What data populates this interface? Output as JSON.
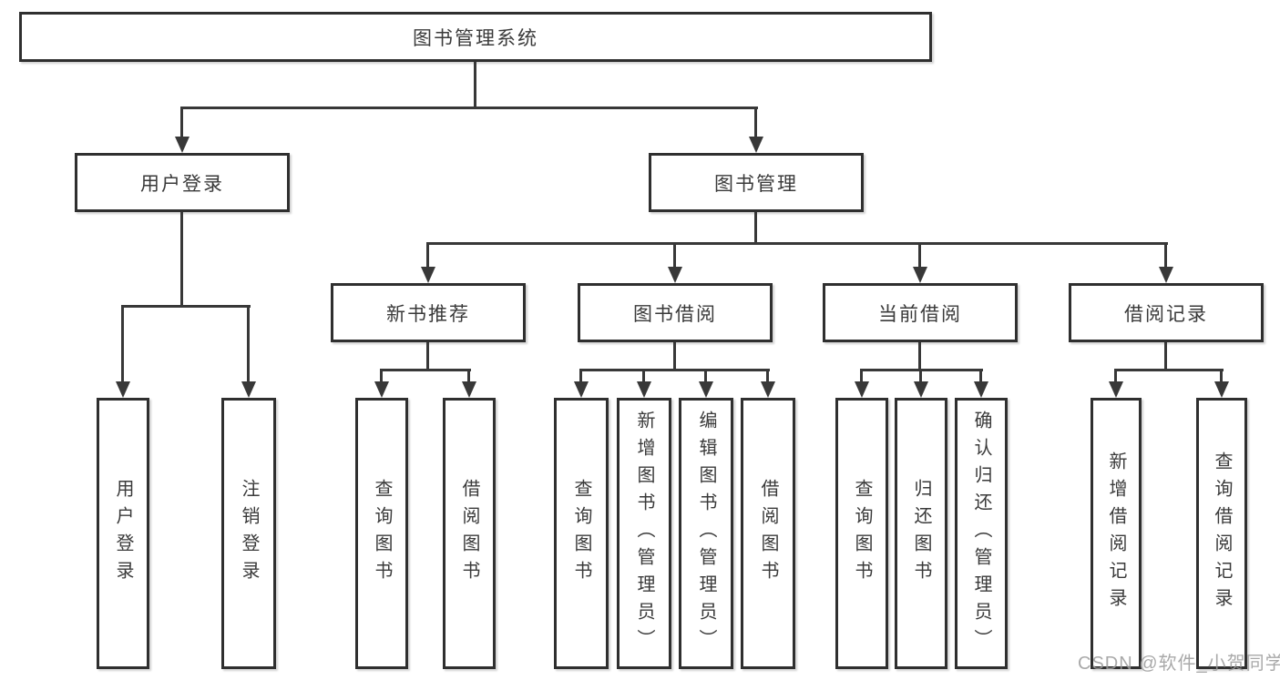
{
  "diagram": {
    "root": {
      "label": "图书管理系统"
    },
    "level1": [
      {
        "label": "用户登录"
      },
      {
        "label": "图书管理"
      }
    ],
    "level2": [
      {
        "label": "新书推荐"
      },
      {
        "label": "图书借阅"
      },
      {
        "label": "当前借阅"
      },
      {
        "label": "借阅记录"
      }
    ],
    "leaves": {
      "user_login": [
        "用户登录",
        "注销登录"
      ],
      "new_book": [
        "查询图书",
        "借阅图书"
      ],
      "book_borrow": [
        "查询图书",
        "新增图书（管理员）",
        "编辑图书（管理员）",
        "借阅图书"
      ],
      "current_borrow": [
        "查询图书",
        "归还图书",
        "确认归还（管理员）"
      ],
      "borrow_record": [
        "新增借阅记录",
        "查询借阅记录"
      ]
    }
  },
  "watermark": "CSDN @软件_小贺同学",
  "colors": {
    "line": "#383838",
    "border": "#2f2f2f",
    "text": "#3a3a3a",
    "watermark": "#9b9b9b",
    "background": "#ffffff"
  }
}
